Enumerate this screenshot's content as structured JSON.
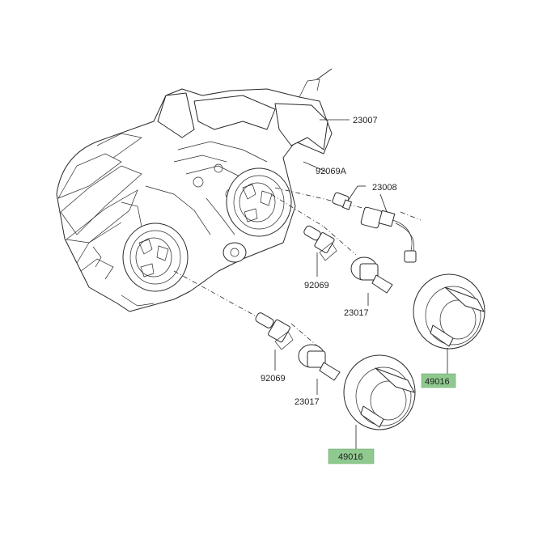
{
  "callouts": {
    "c23007": "23007",
    "c92069A": "92069A",
    "c23008": "23008",
    "c92069_upper": "92069",
    "c23017_upper": "23017",
    "c92069_lower": "92069",
    "c23017_lower": "23017",
    "c49016_right": "49016",
    "c49016_lower": "49016"
  },
  "colors": {
    "highlight": "#8fc98f",
    "line": "#2a2a2a"
  }
}
